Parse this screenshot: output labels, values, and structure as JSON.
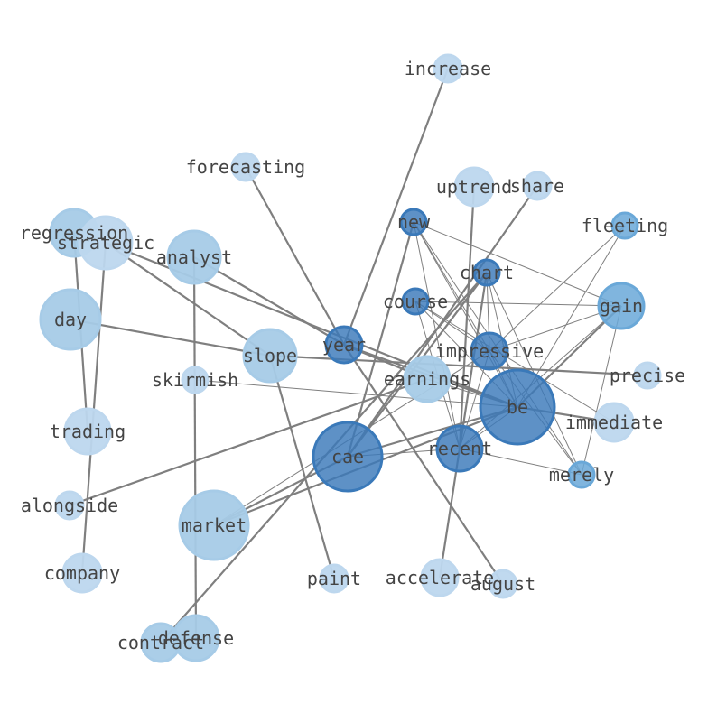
{
  "colors": {
    "edge": "#7f7f7f",
    "label": "#444444",
    "node_dark": "#3a79b9",
    "node_mid": "#6aa8d8",
    "node_light": "#a6cbe7",
    "node_pale": "#bdd7ee"
  },
  "nodes": [
    {
      "id": "increase",
      "label": "increase",
      "tone": "pale"
    },
    {
      "id": "forecasting",
      "label": "forecasting",
      "tone": "pale"
    },
    {
      "id": "uptrend",
      "label": "uptrend",
      "tone": "pale"
    },
    {
      "id": "share",
      "label": "share",
      "tone": "pale"
    },
    {
      "id": "new",
      "label": "new",
      "tone": "dark"
    },
    {
      "id": "fleeting",
      "label": "fleeting",
      "tone": "mid"
    },
    {
      "id": "regression",
      "label": "regression",
      "tone": "light"
    },
    {
      "id": "strategic",
      "label": "strategic",
      "tone": "pale"
    },
    {
      "id": "analyst",
      "label": "analyst",
      "tone": "light"
    },
    {
      "id": "chart",
      "label": "chart",
      "tone": "dark"
    },
    {
      "id": "course",
      "label": "course",
      "tone": "dark"
    },
    {
      "id": "gain",
      "label": "gain",
      "tone": "mid"
    },
    {
      "id": "day",
      "label": "day",
      "tone": "light"
    },
    {
      "id": "year",
      "label": "year",
      "tone": "dark"
    },
    {
      "id": "slope",
      "label": "slope",
      "tone": "light"
    },
    {
      "id": "impressive",
      "label": "impressive",
      "tone": "dark"
    },
    {
      "id": "precise",
      "label": "precise",
      "tone": "pale"
    },
    {
      "id": "skirmish",
      "label": "skirmish",
      "tone": "pale"
    },
    {
      "id": "earnings",
      "label": "earnings",
      "tone": "light"
    },
    {
      "id": "be",
      "label": "be",
      "tone": "dark"
    },
    {
      "id": "immediate",
      "label": "immediate",
      "tone": "pale"
    },
    {
      "id": "trading",
      "label": "trading",
      "tone": "pale"
    },
    {
      "id": "cae",
      "label": "cae",
      "tone": "dark"
    },
    {
      "id": "recent",
      "label": "recent",
      "tone": "dark"
    },
    {
      "id": "merely",
      "label": "merely",
      "tone": "mid"
    },
    {
      "id": "alongside",
      "label": "alongside",
      "tone": "pale"
    },
    {
      "id": "market",
      "label": "market",
      "tone": "light"
    },
    {
      "id": "company",
      "label": "company",
      "tone": "pale"
    },
    {
      "id": "paint",
      "label": "paint",
      "tone": "pale"
    },
    {
      "id": "accelerate",
      "label": "accelerate",
      "tone": "pale"
    },
    {
      "id": "august",
      "label": "august",
      "tone": "pale"
    },
    {
      "id": "contract",
      "label": "contract",
      "tone": "light"
    },
    {
      "id": "defense",
      "label": "defense",
      "tone": "light"
    }
  ],
  "edges": [
    {
      "source": "year",
      "target": "increase",
      "weight": "heavy"
    },
    {
      "source": "year",
      "target": "forecasting",
      "weight": "heavy"
    },
    {
      "source": "year",
      "target": "analyst",
      "weight": "heavy"
    },
    {
      "source": "year",
      "target": "earnings",
      "weight": "heavy"
    },
    {
      "source": "year",
      "target": "august",
      "weight": "heavy"
    },
    {
      "source": "year",
      "target": "be",
      "weight": "heavy"
    },
    {
      "source": "cae",
      "target": "share",
      "weight": "heavy"
    },
    {
      "source": "cae",
      "target": "new",
      "weight": "heavy"
    },
    {
      "source": "cae",
      "target": "chart",
      "weight": "heavy"
    },
    {
      "source": "cae",
      "target": "be",
      "weight": "heavy"
    },
    {
      "source": "cae",
      "target": "market",
      "weight": "heavy"
    },
    {
      "source": "cae",
      "target": "recent",
      "weight": "light"
    },
    {
      "source": "uptrend",
      "target": "recent",
      "weight": "heavy"
    },
    {
      "source": "regression",
      "target": "trading",
      "weight": "heavy"
    },
    {
      "source": "strategic",
      "target": "company",
      "weight": "heavy"
    },
    {
      "source": "strategic",
      "target": "slope",
      "weight": "heavy"
    },
    {
      "source": "strategic",
      "target": "be",
      "weight": "heavy"
    },
    {
      "source": "day",
      "target": "slope",
      "weight": "heavy"
    },
    {
      "source": "slope",
      "target": "precise",
      "weight": "heavy"
    },
    {
      "source": "slope",
      "target": "paint",
      "weight": "heavy"
    },
    {
      "source": "analyst",
      "target": "defense",
      "weight": "heavy"
    },
    {
      "source": "alongside",
      "target": "earnings",
      "weight": "heavy"
    },
    {
      "source": "market",
      "target": "be",
      "weight": "heavy"
    },
    {
      "source": "market",
      "target": "impressive",
      "weight": "light"
    },
    {
      "source": "contract",
      "target": "chart",
      "weight": "heavy"
    },
    {
      "source": "accelerate",
      "target": "chart",
      "weight": "heavy"
    },
    {
      "source": "skirmish",
      "target": "be",
      "weight": "light"
    },
    {
      "source": "new",
      "target": "gain",
      "weight": "light"
    },
    {
      "source": "new",
      "target": "impressive",
      "weight": "light"
    },
    {
      "source": "new",
      "target": "be",
      "weight": "light"
    },
    {
      "source": "new",
      "target": "recent",
      "weight": "light"
    },
    {
      "source": "new",
      "target": "merely",
      "weight": "light"
    },
    {
      "source": "chart",
      "target": "be",
      "weight": "light"
    },
    {
      "source": "chart",
      "target": "impressive",
      "weight": "light"
    },
    {
      "source": "chart",
      "target": "recent",
      "weight": "light"
    },
    {
      "source": "chart",
      "target": "merely",
      "weight": "light"
    },
    {
      "source": "course",
      "target": "gain",
      "weight": "light"
    },
    {
      "source": "course",
      "target": "impressive",
      "weight": "light"
    },
    {
      "source": "course",
      "target": "be",
      "weight": "light"
    },
    {
      "source": "course",
      "target": "recent",
      "weight": "light"
    },
    {
      "source": "course",
      "target": "immediate",
      "weight": "light"
    },
    {
      "source": "gain",
      "target": "impressive",
      "weight": "light"
    },
    {
      "source": "gain",
      "target": "be",
      "weight": "heavy"
    },
    {
      "source": "gain",
      "target": "recent",
      "weight": "light"
    },
    {
      "source": "gain",
      "target": "merely",
      "weight": "light"
    },
    {
      "source": "fleeting",
      "target": "impressive",
      "weight": "light"
    },
    {
      "source": "fleeting",
      "target": "be",
      "weight": "light"
    },
    {
      "source": "impressive",
      "target": "be",
      "weight": "light"
    },
    {
      "source": "impressive",
      "target": "recent",
      "weight": "light"
    },
    {
      "source": "impressive",
      "target": "merely",
      "weight": "light"
    },
    {
      "source": "be",
      "target": "recent",
      "weight": "light"
    },
    {
      "source": "be",
      "target": "immediate",
      "weight": "heavy"
    },
    {
      "source": "recent",
      "target": "merely",
      "weight": "light"
    },
    {
      "source": "earnings",
      "target": "be",
      "weight": "light"
    }
  ]
}
